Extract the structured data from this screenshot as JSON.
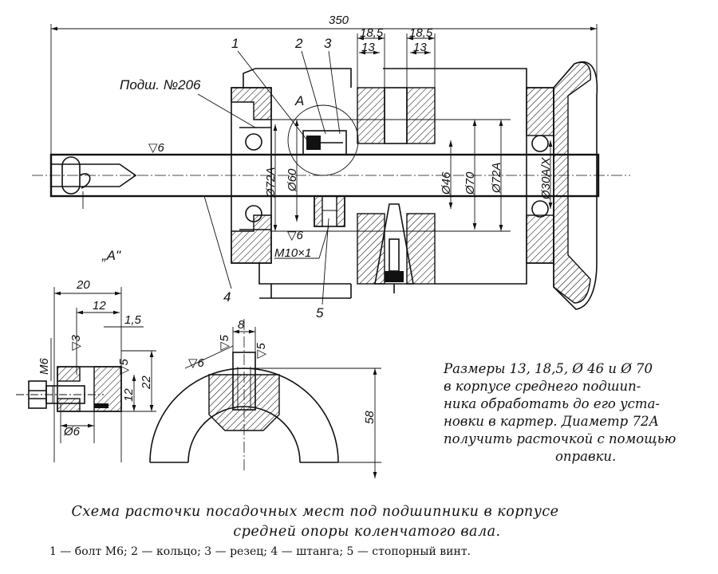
{
  "dimensions": {
    "overall_length": "350",
    "width_a": "18,5",
    "width_b": "13",
    "width_c": "18,5",
    "width_d": "13",
    "d72a_left": "Ø72A",
    "d60": "Ø60",
    "d46": "Ø46",
    "d70": "Ø70",
    "d72a_right": "Ø72A",
    "d30ax": "Ø30А/Х",
    "thread": "M10×1",
    "rough_top": "▽6",
    "rough_mid": "▽6",
    "rough_left": "▽3",
    "rough_bore": "▽5",
    "detail_20": "20",
    "detail_12": "12",
    "detail_15": "1,5",
    "detail_m6": "M6",
    "detail_22": "22",
    "detail_12v": "12",
    "detail_phi6": "Ø6",
    "detail_8": "8",
    "detail_58": "58"
  },
  "labels": {
    "bearing": "Подш. №206",
    "section_a": "A",
    "view_a": "„A\"",
    "callout_1": "1",
    "callout_2": "2",
    "callout_3": "3",
    "callout_4": "4",
    "callout_5": "5"
  },
  "note_lines": [
    "Размеры 13, 18,5, Ø 46 и Ø 70",
    "в корпусе среднего подшип-",
    "ника обработать до его уста-",
    "новки в картер. Диаметр 72А",
    "получить расточкой с помощью",
    "оправки."
  ],
  "caption_lines": [
    "Схема расточки посадочных мест под подшипники в корпусе",
    "средней опоры коленчатого вала."
  ],
  "legend": "1 — болт М6; 2 — кольцо; 3 — резец; 4 — штанга; 5 — стопорный винт."
}
